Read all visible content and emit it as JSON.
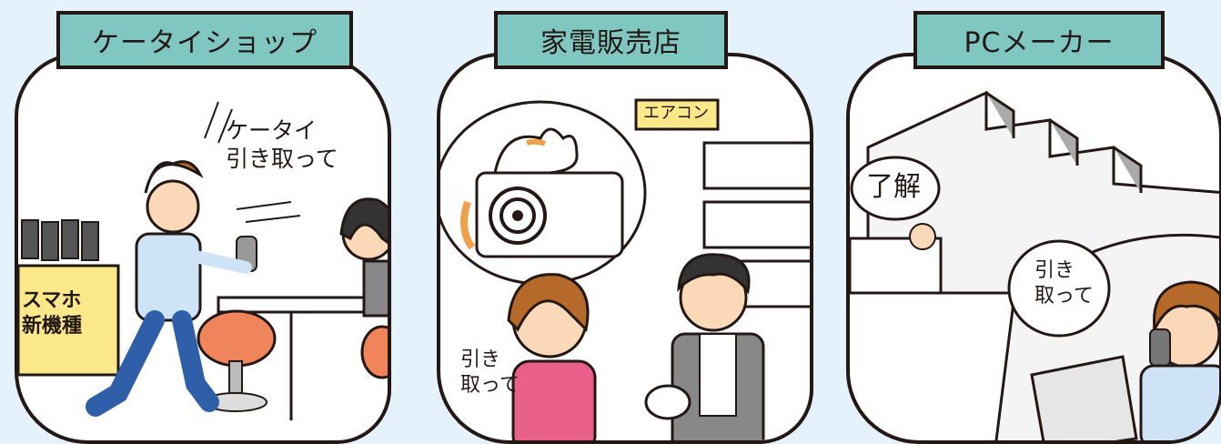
{
  "panels": [
    {
      "title": "ケータイショップ",
      "speech_line1": "ケータイ",
      "speech_line2": "引き取って",
      "sign_line1": "スマホ",
      "sign_line2": "新機種"
    },
    {
      "title": "家電販売店",
      "store_sign": "エアコン",
      "speech_line1": "引き",
      "speech_line2": "取って"
    },
    {
      "title": "PCメーカー",
      "reply": "了解",
      "speech_line1": "引き",
      "speech_line2": "取って"
    }
  ],
  "colors": {
    "background": "#e6f2fb",
    "tab": "#7fc7c0",
    "outline": "#231815",
    "sign_yellow": "#fbe88a",
    "chair": "#f0845a",
    "shirt_blue": "#5b8fd6",
    "pink": "#e8608a"
  }
}
